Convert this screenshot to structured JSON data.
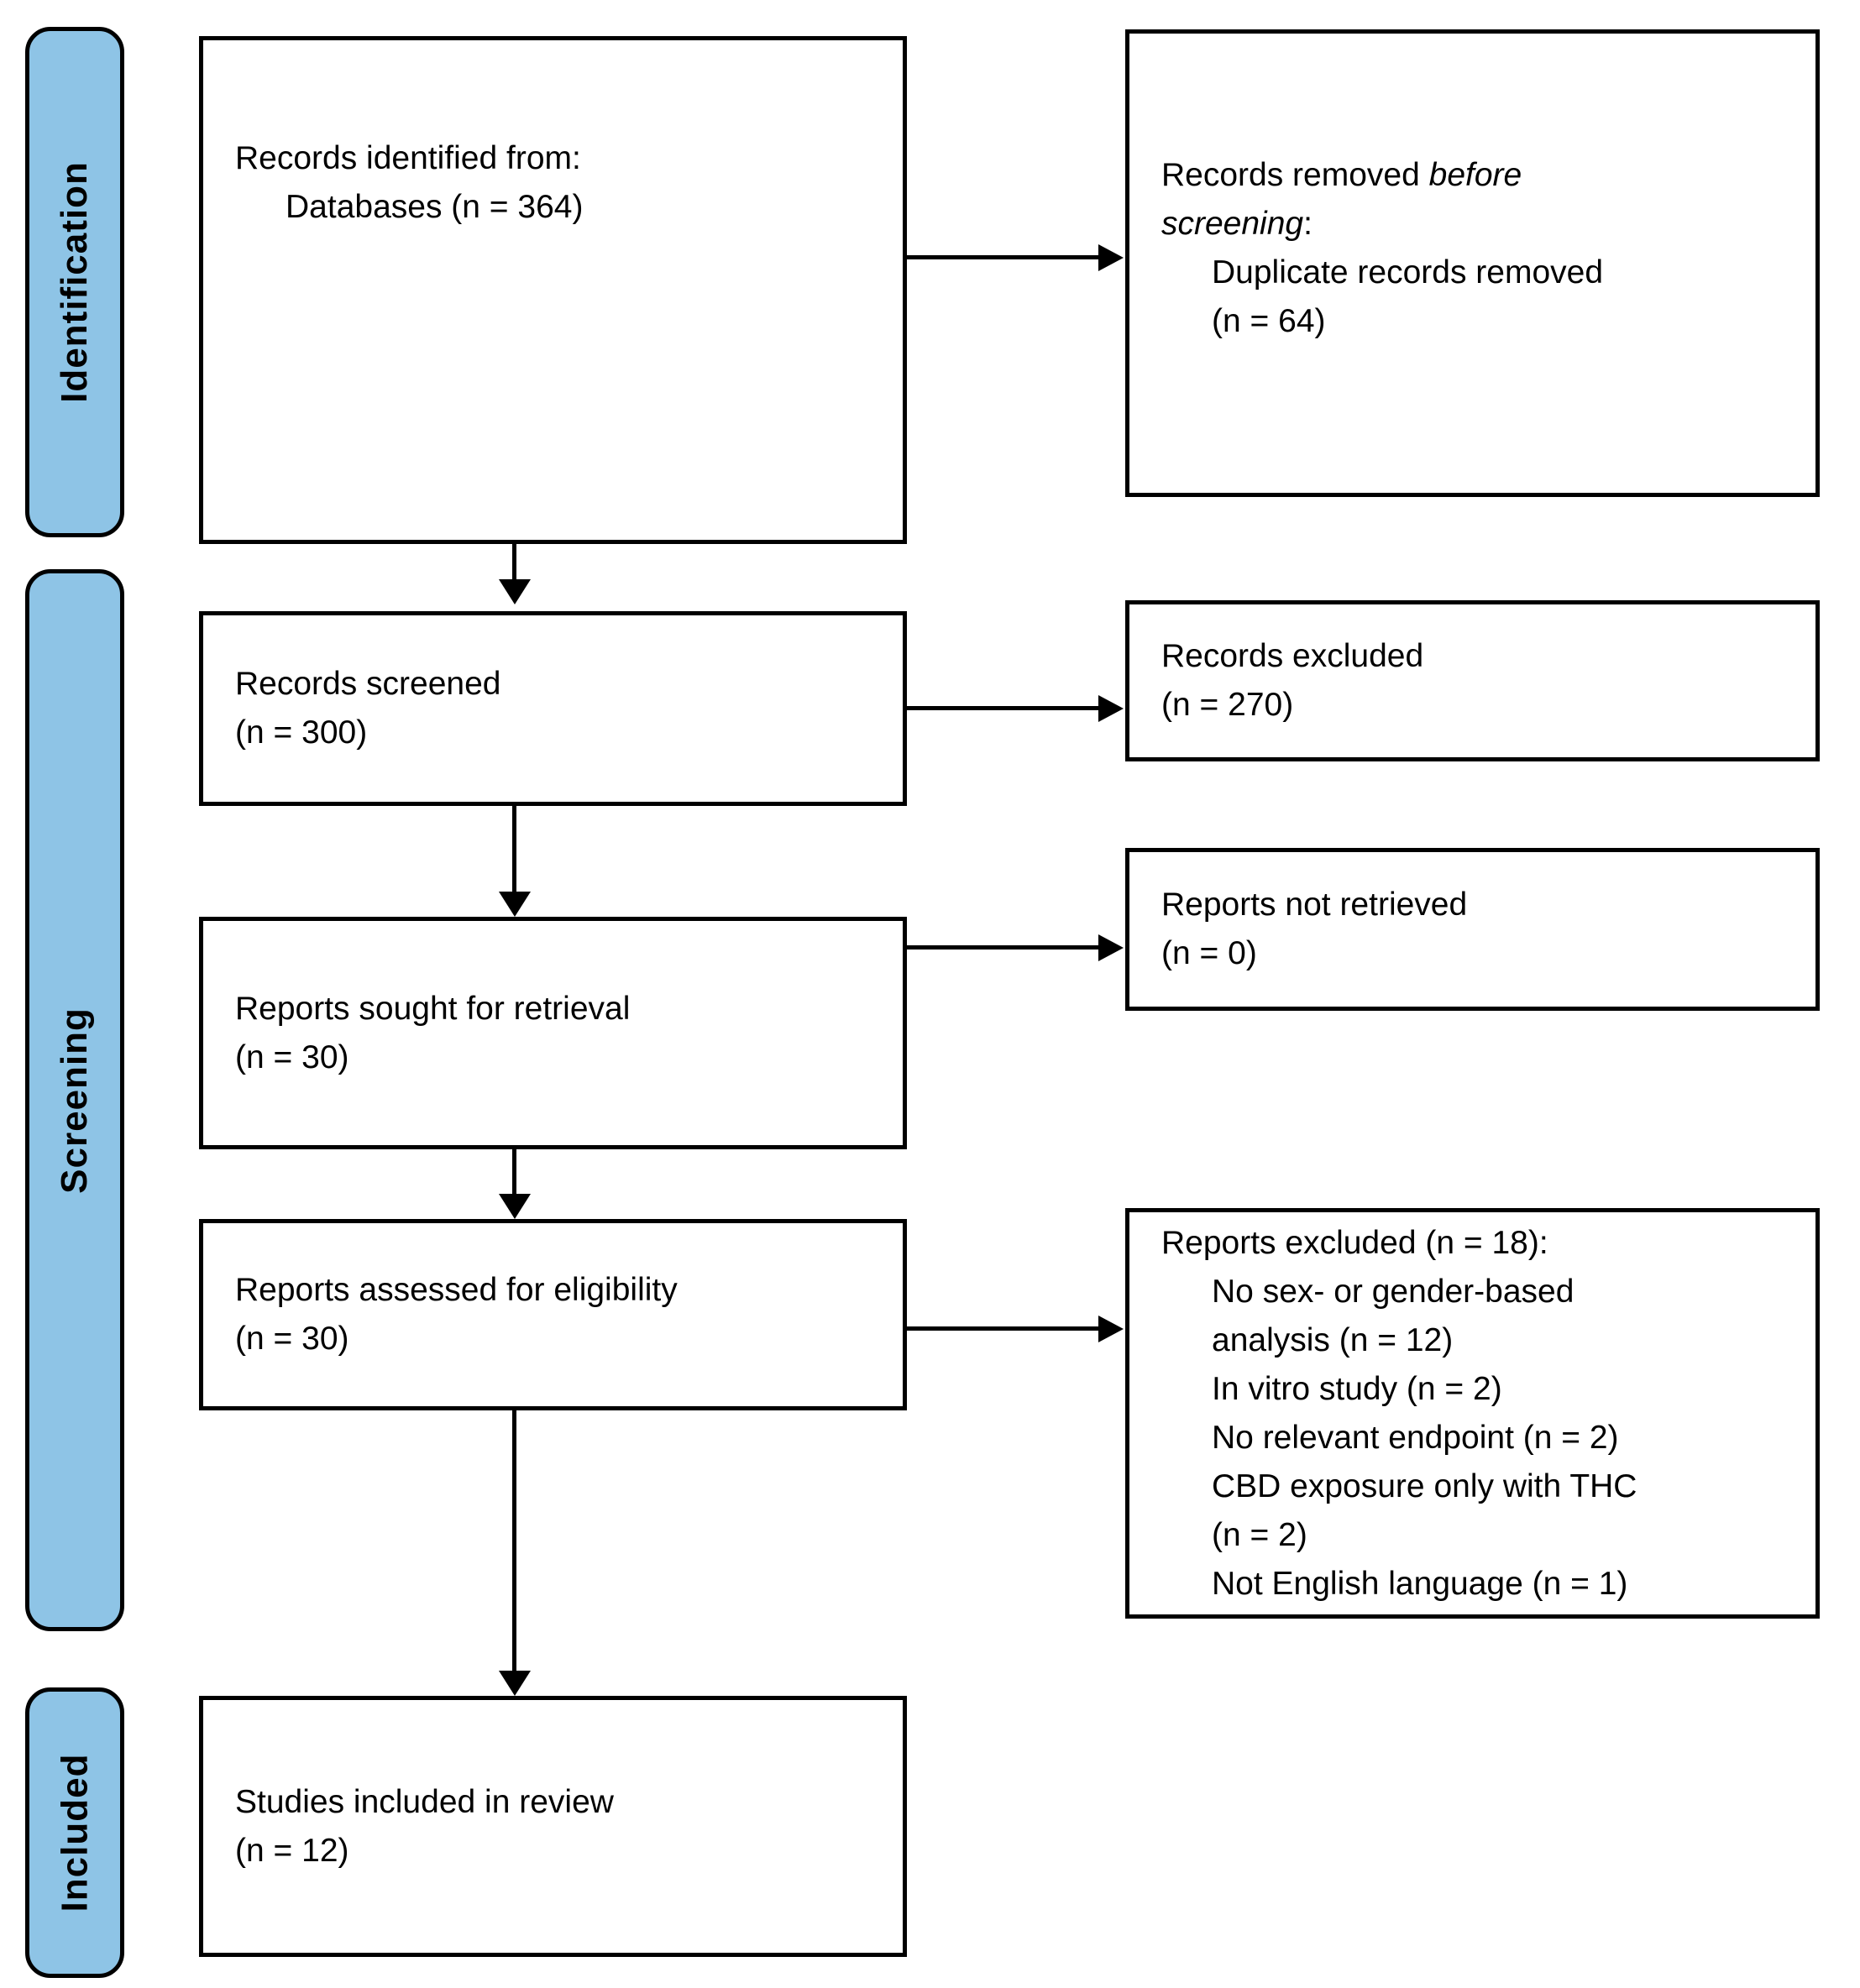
{
  "figure": {
    "type": "prisma-flow-diagram",
    "colors": {
      "stage_fill": "#8EC4E6",
      "border": "#000000",
      "background": "#FFFFFF"
    },
    "stages": {
      "identification": "Identification",
      "screening": "Screening",
      "included": "Included"
    },
    "boxes": {
      "records_identified": {
        "lines": [
          {
            "t": "Records identified from:"
          },
          {
            "t": "Databases (n = 364)",
            "ind": true
          }
        ]
      },
      "records_removed": {
        "l1a": "Records removed ",
        "l1b": "before",
        "l2a": "screening",
        "l2b": ":",
        "items": [
          {
            "t": "Duplicate records removed",
            "ind": true
          },
          {
            "t": "(n = 64)",
            "ind": true
          }
        ]
      },
      "records_screened": {
        "lines": [
          {
            "t": "Records screened"
          },
          {
            "t": "(n = 300)"
          }
        ]
      },
      "records_excluded": {
        "lines": [
          {
            "t": "Records excluded"
          },
          {
            "t": "(n = 270)"
          }
        ]
      },
      "reports_sought": {
        "lines": [
          {
            "t": "Reports sought for retrieval"
          },
          {
            "t": "(n = 30)"
          }
        ]
      },
      "reports_not_retrieved": {
        "lines": [
          {
            "t": "Reports not retrieved"
          },
          {
            "t": "(n = 0)"
          }
        ]
      },
      "reports_assessed": {
        "lines": [
          {
            "t": "Reports assessed for eligibility"
          },
          {
            "t": "(n = 30)"
          }
        ]
      },
      "reports_excluded": {
        "lines": [
          {
            "t": "Reports excluded (n = 18):"
          },
          {
            "t": "No sex- or gender-based",
            "ind": true
          },
          {
            "t": "analysis (n = 12)",
            "ind": true
          },
          {
            "t": "In vitro study (n = 2)",
            "ind": true
          },
          {
            "t": "No relevant endpoint (n = 2)",
            "ind": true
          },
          {
            "t": "CBD exposure only with THC",
            "ind": true
          },
          {
            "t": "(n = 2)",
            "ind": true
          },
          {
            "t": "Not English language (n = 1)",
            "ind": true
          }
        ]
      },
      "studies_included": {
        "lines": [
          {
            "t": "Studies included in review"
          },
          {
            "t": "(n = 12)"
          }
        ]
      }
    }
  }
}
